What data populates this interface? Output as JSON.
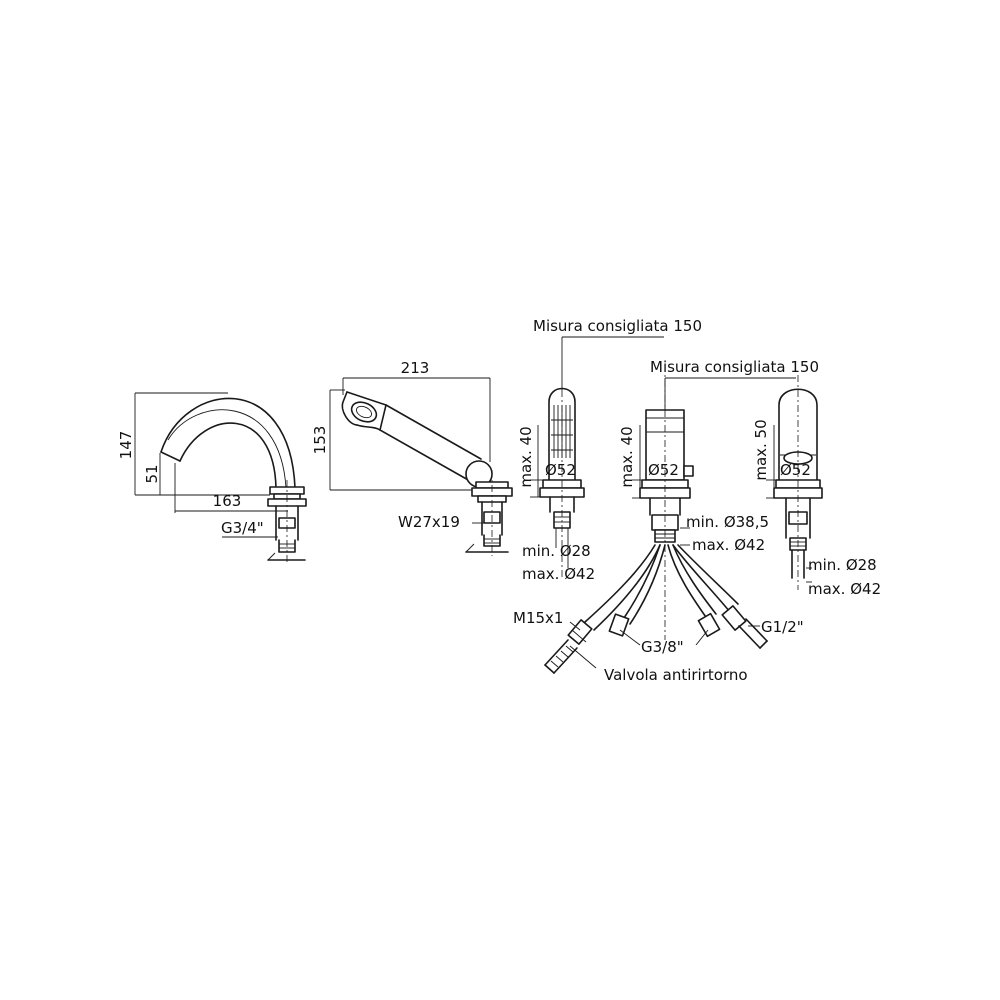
{
  "diagram": {
    "spout": {
      "height": "147",
      "outlet_height": "51",
      "projection": "163",
      "thread": "G3/4\""
    },
    "hand_shower": {
      "length": "213",
      "height": "153",
      "thread": "W27x19"
    },
    "diverter": {
      "max_deck": "max. 40",
      "diameter": "Ø52",
      "hole_min": "min. Ø28",
      "hole_max": "max. Ø42",
      "spacing": "Misura consigliata 150"
    },
    "mixer": {
      "max_deck": "max. 40",
      "diameter": "Ø52",
      "hole_min": "min. Ø38,5",
      "hole_max": "max. Ø42",
      "spacing": "Misura consigliata 150",
      "hose_thread_left": "M15x1",
      "hose_thread_mid": "G3/8\"",
      "hose_thread_right": "G1/2\"",
      "check_valve": "Valvola antirirtorno"
    },
    "handle": {
      "max_deck": "max. 50",
      "diameter": "Ø52",
      "hole_min": "min. Ø28",
      "hole_max": "max. Ø42"
    }
  }
}
